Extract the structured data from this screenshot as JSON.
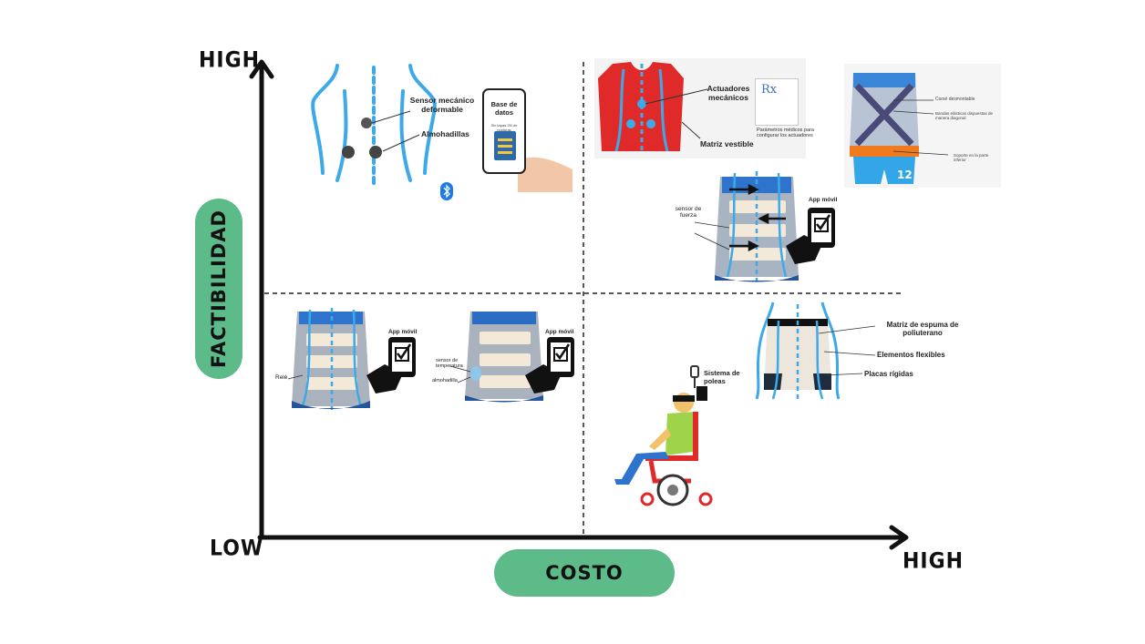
{
  "axes": {
    "y_high": "HIGH",
    "x_low": "LOW",
    "x_high": "HIGH",
    "y_title": "FACTIBILIDAD",
    "x_title": "COSTO"
  },
  "colors": {
    "pill": "#5dbb8a",
    "body_blue": "#3da9e8",
    "vest_red": "#e02a2a",
    "brace_blue": "#2b6cc4"
  },
  "concepts": {
    "sensor_back": {
      "sensor_label": "Sensor mecánico deformable",
      "pads_label": "Almohadillas",
      "phone_title": "Base de datos",
      "phone_sub": "Sin tapas 25/ de posturas",
      "icon": "bluetooth-icon"
    },
    "red_vest": {
      "actuators_label": "Actuadores mecánicos",
      "matrix_label": "Matriz vestible",
      "params_label": "Parámetros médicos para configurar los actuadores",
      "rx": "Rx"
    },
    "corset": {
      "l1": "Corsé desmontable",
      "l2": "Bandas elásticas dispuestas de manera diagonal",
      "l3": "Soporte en la parte inferior",
      "number": "12"
    },
    "force_brace": {
      "sensor_label": "sensor de fuerza",
      "app_label": "App móvil"
    },
    "relay_brace": {
      "relay_label": "Relé",
      "app_label": "App móvil"
    },
    "temp_brace": {
      "temp_label": "sensor de temperatura",
      "pad_label": "almohadilla",
      "app_label": "App móvil"
    },
    "foam_brace": {
      "l1": "Matriz de espuma de poliuterano",
      "l2": "Elementos flexibles",
      "l3": "Placas rígidas"
    },
    "wheelchair": {
      "label": "Sistema de poleas"
    }
  }
}
